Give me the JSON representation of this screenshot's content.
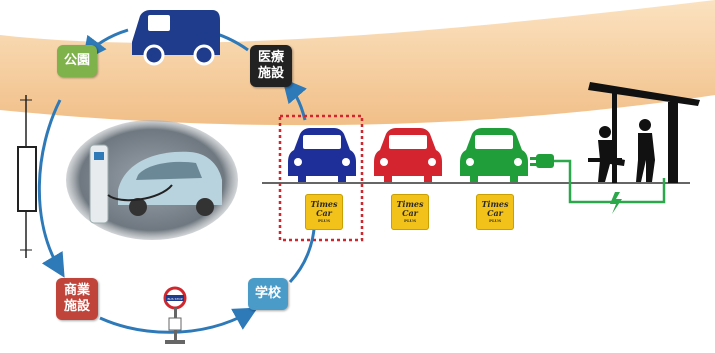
{
  "nodes": {
    "park": "公園",
    "medical": "医療\n施設",
    "commercial": "商業\n施設",
    "school": "学校"
  },
  "bus_stop_sign": "BUS STOP",
  "times_car": {
    "line1": "Times",
    "line2": "Car",
    "line3": "PLUS"
  },
  "colors": {
    "loop_arrow": "#2e79b8",
    "band": "#f6cfa0",
    "car_blue": "#1f2f9a",
    "car_red": "#d4242f",
    "car_green": "#1f9e3a",
    "van": "#1f3c8c",
    "charger_line": "#2aa84a",
    "dotted_box": "#d0262d"
  },
  "icons": [
    "van-icon",
    "car-blue-icon",
    "car-red-icon",
    "car-green-icon",
    "plug-icon",
    "lightning-icon",
    "bus-stop-icon",
    "bus-shelter-icon",
    "charging-station-photo",
    "road-marker-icon"
  ]
}
